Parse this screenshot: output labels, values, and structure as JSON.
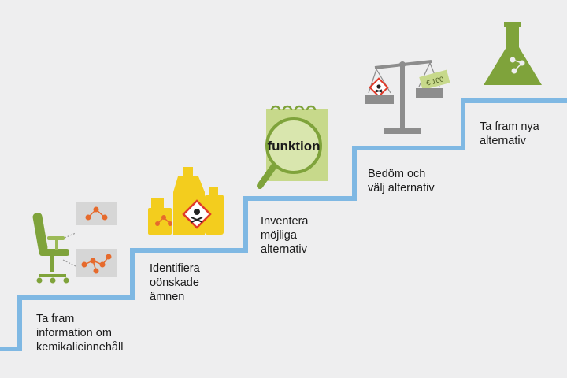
{
  "steps": [
    {
      "lines": [
        "Ta fram",
        "information om",
        "kemikalieinnehåll"
      ]
    },
    {
      "lines": [
        "Identifiera",
        "oönskade",
        "ämnen"
      ]
    },
    {
      "lines": [
        "Inventera",
        "möjliga",
        "alternativ"
      ]
    },
    {
      "lines": [
        "Bedöm och",
        "välj alternativ"
      ]
    },
    {
      "lines": [
        "Ta fram nya",
        "alternativ"
      ]
    }
  ],
  "icons": {
    "step1": "office-chair-with-molecules",
    "step2": "hazardous-bottles",
    "step3": "magnifier-over-notepad",
    "step4": "balance-scale",
    "step5": "lab-flask"
  },
  "magnifier_text": "funktion",
  "price_tag": "€ 100",
  "colors": {
    "stair_line": "#7fb8e3",
    "green": "#7fa33b",
    "light_green": "#c7d98b",
    "yellow": "#f3cd1e",
    "orange": "#e66a2c",
    "gray": "#8d8d8d",
    "tag_gray": "#d6d6d6"
  }
}
